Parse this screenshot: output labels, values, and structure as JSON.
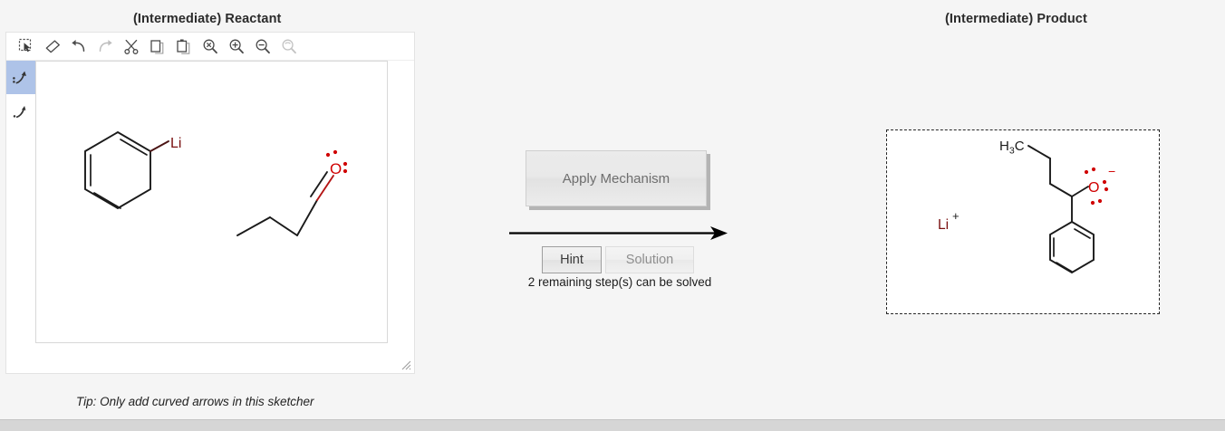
{
  "app": {
    "background_color": "#f5f5f5",
    "bond_color": "#1a1a1a",
    "heteroatom_color": "#cc0000",
    "metal_color": "#7a1010",
    "accent_color": "#aec3e8"
  },
  "panels": {
    "reactant_title": "(Intermediate) Reactant",
    "product_title": "(Intermediate) Product"
  },
  "sketcher": {
    "tip": "Tip: Only add curved arrows in this sketcher",
    "toolbar": [
      {
        "name": "select-icon",
        "label": "Select"
      },
      {
        "name": "eraser-icon",
        "label": "Erase"
      },
      {
        "name": "undo-icon",
        "label": "Undo"
      },
      {
        "name": "redo-icon",
        "label": "Redo"
      },
      {
        "name": "cut-icon",
        "label": "Cut"
      },
      {
        "name": "copy-icon",
        "label": "Copy"
      },
      {
        "name": "paste-icon",
        "label": "Paste"
      },
      {
        "name": "zoom-reset-icon",
        "label": "Reset zoom"
      },
      {
        "name": "zoom-in-icon",
        "label": "Zoom in"
      },
      {
        "name": "zoom-out-icon",
        "label": "Zoom out"
      },
      {
        "name": "zoom-fit-icon",
        "label": "Zoom to fit"
      }
    ],
    "tools": [
      {
        "name": "curved-arrow-double-tool",
        "label": "Two-electron curved arrow",
        "selected": true
      },
      {
        "name": "curved-arrow-single-tool",
        "label": "Single-electron fishhook arrow",
        "selected": false
      }
    ],
    "resize_grip": "resize-grip"
  },
  "controls": {
    "apply_label": "Apply Mechanism",
    "apply_enabled": false,
    "hint_label": "Hint",
    "hint_enabled": true,
    "solution_label": "Solution",
    "solution_enabled": false,
    "status_text": "2 remaining step(s) can be solved",
    "remaining_steps": 2
  },
  "reactant_structures": [
    {
      "name": "phenyllithium",
      "atom_labels": [
        {
          "text": "Li",
          "color": "#7a1010"
        }
      ],
      "ring": "benzene",
      "charges": []
    },
    {
      "name": "butanal",
      "atom_labels": [
        {
          "text": "O",
          "color": "#cc0000"
        }
      ],
      "lone_pairs": 2,
      "bond": "C=O double bond",
      "chain_carbons": 4
    }
  ],
  "product_structures": [
    {
      "name": "lithium-cation",
      "atom_labels": [
        {
          "text": "Li",
          "color": "#7a1010"
        }
      ],
      "charge": "+"
    },
    {
      "name": "1-phenyl-1-butanolate",
      "atom_labels": [
        {
          "text": "H",
          "sub": "3",
          "text2": "C",
          "color": "#1a1a1a"
        },
        {
          "text": "O",
          "color": "#cc0000"
        }
      ],
      "charge": "−",
      "lone_pairs": 3,
      "ring": "benzene"
    }
  ]
}
